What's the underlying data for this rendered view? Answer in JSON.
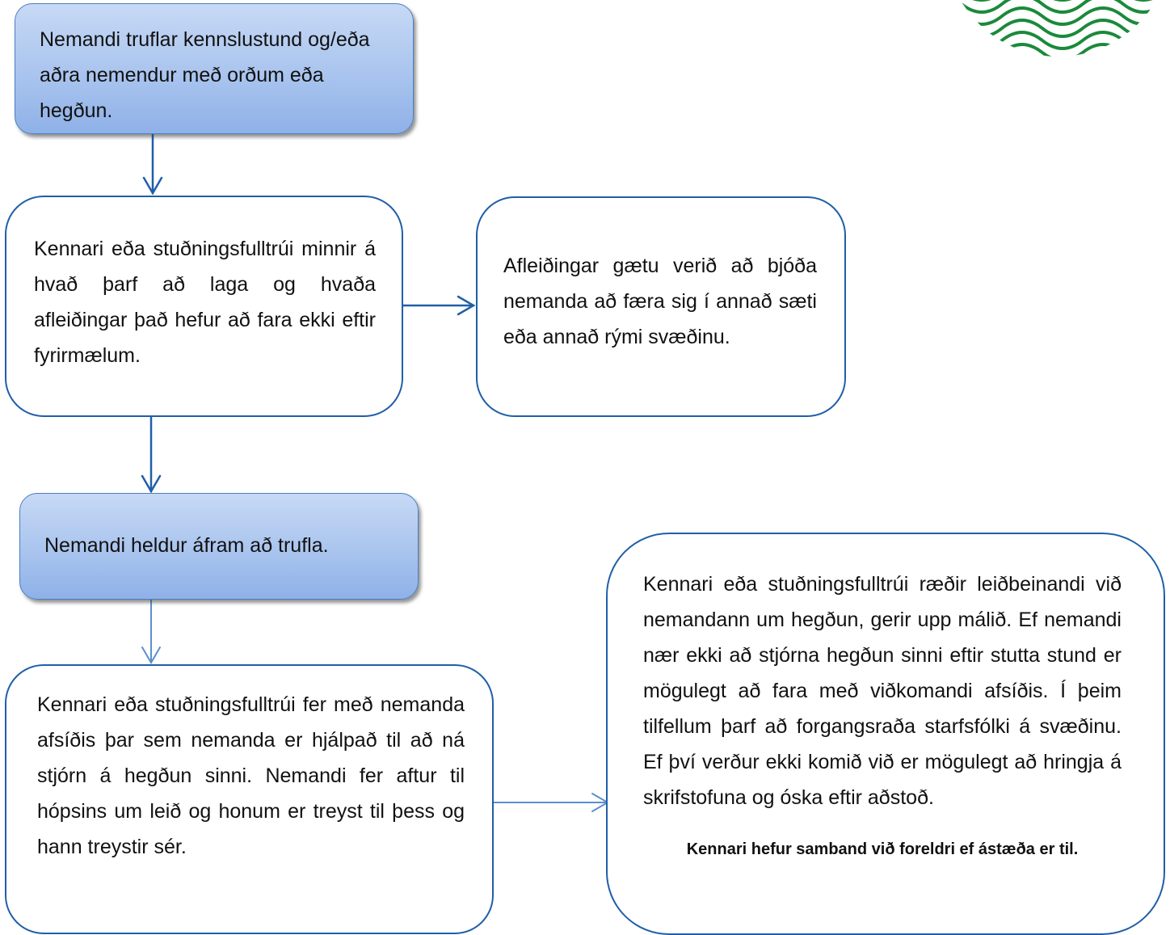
{
  "flowchart": {
    "step1": "Nemandi  truflar kennslustund og/eða aðra nemendur með orðum eða hegðun.",
    "step2": "Kennari eða stuðningsfulltrúi minnir á hvað þarf að laga og hvaða afleiðingar það hefur að fara ekki eftir fyrirmælum.",
    "step2_side": "Afleiðingar gætu verið að bjóða nemanda að færa sig í annað sæti eða annað rými svæðinu.",
    "step3": "Nemandi heldur áfram að trufla.",
    "step4": "Kennari eða stuðningsfulltrúi fer með nemanda afsíðis þar sem nemanda er hjálpað til að ná stjórn á hegðun sinni. Nemandi fer aftur til hópsins um leið og honum er treyst til þess og hann treystir sér.",
    "step4_side": "Kennari eða stuðningsfulltrúi ræðir leiðbeinandi við nemandann um hegðun, gerir upp málið. Ef nemandi nær ekki að stjórna hegðun sinni eftir stutta stund er mögulegt að fara með viðkomandi afsíðis. Í þeim tilfellum þarf að forgangsraða starfsfólki á svæðinu. Ef því verður ekki komið við er mögulegt að hringja á skrifstofuna og óska eftir aðstoð.",
    "step4_side_note": "Kennari hefur samband við foreldri ef ástæða er til."
  },
  "colors": {
    "border": "#1f5fa8",
    "highlight_fill": "#a9c4ee",
    "logo_green": "#1a8a3a"
  },
  "icons": {
    "logo": "green-wave-logo"
  }
}
